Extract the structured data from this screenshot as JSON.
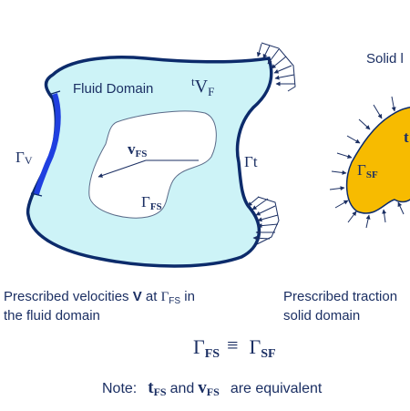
{
  "labels": {
    "fluid_domain": "Fluid Domain",
    "t_sup": "t",
    "V_main": "V",
    "F_sub": "F",
    "solid_title": "Solid l",
    "gamma_v": "Γ",
    "gamma_v_sub": "V",
    "gamma_t": "Γt",
    "v_fs_main": "v",
    "v_fs_sub": "FS",
    "gamma_fs_main": "Γ",
    "gamma_fs_sub": "FS",
    "t_solid": "t",
    "gamma_sf_main": "Γ",
    "gamma_sf_sub": "SF"
  },
  "captions": {
    "left_line1_a": "Prescribed velocities ",
    "left_line1_bold": "V",
    "left_line1_b": " at ",
    "left_line1_gamma": "Γ",
    "left_line1_sub": "FS",
    "left_line1_c": " in",
    "left_line2": "the fluid domain",
    "right_line1": "Prescribed traction",
    "right_line2": "solid domain"
  },
  "equation": {
    "lhs_main": "Γ",
    "lhs_sub": "FS",
    "equiv": "≡",
    "rhs_main": "Γ",
    "rhs_sub": "SF"
  },
  "note": {
    "prefix": "Note:",
    "t_main": "t",
    "t_sub": "FS",
    "and": "and",
    "v_main": "v",
    "v_sub": "FS",
    "suffix": "are  equivalent"
  },
  "colors": {
    "fluid_fill": "#cdf3f7",
    "outline": "#0c2b6b",
    "velocity_boundary": "#1f3fe0",
    "solid_fill": "#f7bb00",
    "arrow_color": "#1b2f63",
    "text": "#1b2f63"
  }
}
